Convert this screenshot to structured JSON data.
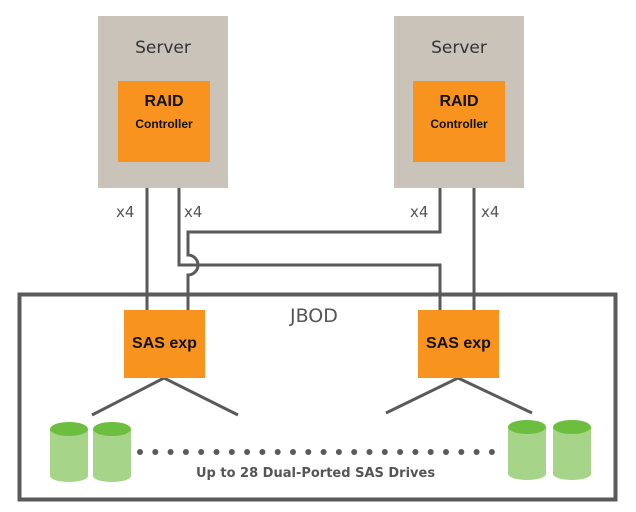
{
  "servers": [
    {
      "label": "Server",
      "controller_line1": "RAID",
      "controller_line2": "Controller",
      "links": [
        "x4",
        "x4"
      ]
    },
    {
      "label": "Server",
      "controller_line1": "RAID",
      "controller_line2": "Controller",
      "links": [
        "x4",
        "x4"
      ]
    }
  ],
  "jbod": {
    "label": "JBOD",
    "expanders": [
      "SAS exp",
      "SAS exp"
    ],
    "drives_caption": "Up to 28 Dual-Ported SAS Drives"
  },
  "colors": {
    "server_bg": "#c9c3ba",
    "controller": "#f7931e",
    "line": "#5a5a5a",
    "drive_top": "#6cbf3e",
    "drive_body": "#a6d58a"
  }
}
